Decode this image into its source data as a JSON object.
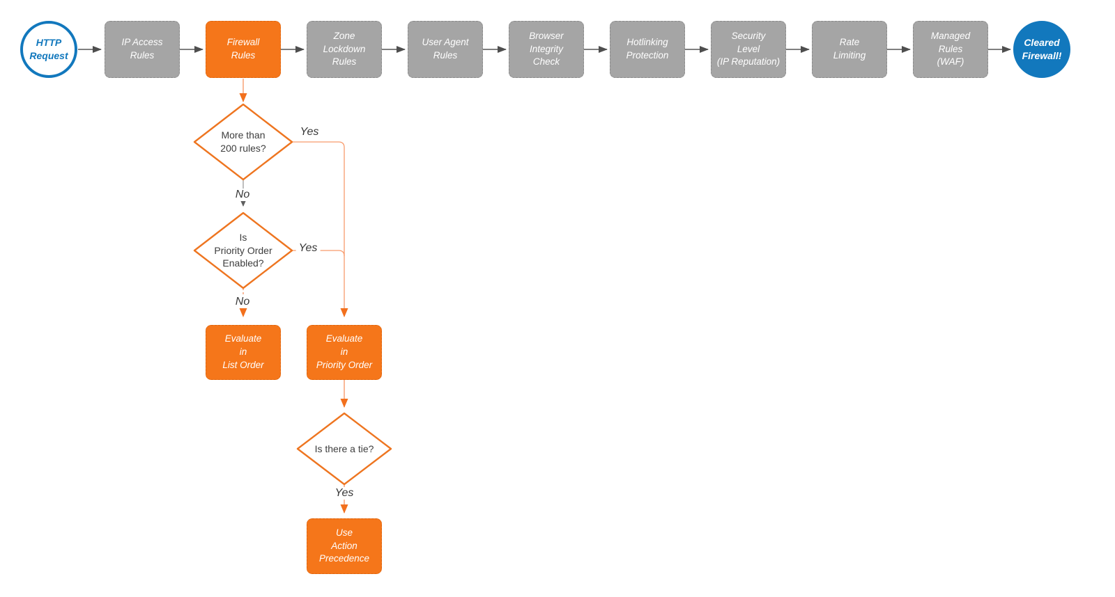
{
  "palette": {
    "stage_gray": "#a5a5a5",
    "accent_orange": "#f5761a",
    "orange_line": "#f89b6c",
    "brand_blue": "#1278bd",
    "arrow_dark": "#4e4e4e",
    "diamond_stroke": "#ee7520",
    "text_dark": "#3d3d3d"
  },
  "flow": {
    "start_label": "HTTP\nRequest",
    "stages": [
      {
        "label": "IP Access\nRules"
      },
      {
        "label": "Firewall\nRules"
      },
      {
        "label": "Zone\nLockdown\nRules"
      },
      {
        "label": "User Agent\nRules"
      },
      {
        "label": "Browser\nIntegrity\nCheck"
      },
      {
        "label": "Hotlinking\nProtection"
      },
      {
        "label": "Security\nLevel\n(IP Reputation)"
      },
      {
        "label": "Rate\nLimiting"
      },
      {
        "label": "Managed\nRules\n(WAF)"
      }
    ],
    "end_label": "Cleared\nFirewall!"
  },
  "branch": {
    "decisions": {
      "rules_count": "More than\n200 rules?",
      "priority_enabled": "Is\nPriority Order\nEnabled?",
      "tie": "Is there a tie?"
    },
    "processes": {
      "evaluate_list": "Evaluate\nin\nList Order",
      "evaluate_priority": "Evaluate\nin\nPriority Order",
      "use_action_precedence": "Use\nAction\nPrecedence"
    },
    "edge_labels": {
      "yes1": "Yes",
      "no1": "No",
      "yes2": "Yes",
      "no2": "No",
      "yes3": "Yes"
    }
  }
}
